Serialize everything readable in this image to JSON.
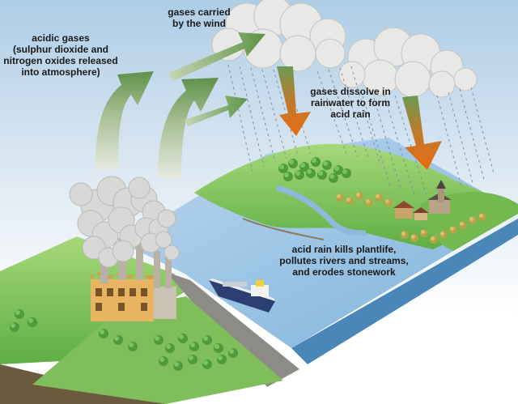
{
  "labels": {
    "acidic_gases": "acidic gases\n(sulphur dioxide and\nnitrogen oxides released\ninto atmosphere)",
    "gases_carried": "gases carried\nby the wind",
    "gases_dissolve": "gases dissolve in\nrainwater to form\nacid rain",
    "acid_rain_effects": "acid rain kills plantlife,\npollutes rivers and streams,\nand erodes stonework"
  },
  "colors": {
    "arrow_green": "#6e9a58",
    "arrow_orange": "#e06a1a",
    "grass": "#7cc35b",
    "water": "#9cc4e3",
    "sky": "#aecde6"
  }
}
